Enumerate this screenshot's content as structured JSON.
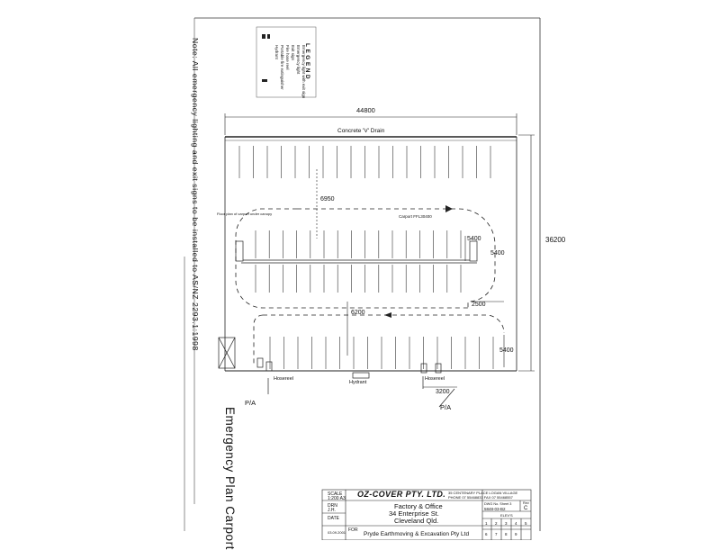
{
  "note": "Note: All emergency lighting and exit signs to be installed to AS/NZ 2293.1:1998",
  "legend": {
    "title": "LEGEND",
    "items": [
      "Emergency light with exit sign",
      "Emergency light",
      "Exit sign",
      "Fire hose reel",
      "Portable fire extinguisher",
      "Hydrant"
    ]
  },
  "plan": {
    "width_dim": "44800",
    "height_dim": "36200",
    "drain_label": "Concrete 'V' Drain",
    "carport_label": "Carport FFL30400",
    "dim_6950": "6950",
    "dim_6200": "6200",
    "dim_5400_a": "5400",
    "dim_5400_b": "5400",
    "dim_5400_c": "5400",
    "dim_2500": "2500",
    "dim_3200": "3200",
    "hosereel_a": "Hosereel",
    "hosereel_b": "Hosereel",
    "hydrant": "Hydrant",
    "pa_a": "P/A",
    "pa_b": "P/A",
    "floor_note": "Floor plan of carport under canopy"
  },
  "drawing_title": "Emergency Plan Carport",
  "title_block": {
    "company": "OZ-COVER PTY. LTD.",
    "address": "35 CENTENARY PLACE LOGAN VILLAGE",
    "phone": "PHONE 07 55468833   FAX 07 55468557",
    "project_line1": "Factory & Office",
    "project_line2": "34 Enterprise St.",
    "project_line3": "Cleveland Qld.",
    "scale_label": "SCALE",
    "scale_value": "1:200 A3",
    "drawn_label": "DRN",
    "drawn_value": "J.H.",
    "date_label": "DATE",
    "date_value": "03.09.2001",
    "for_label": "FOR",
    "client": "Pryde Earthmoving & Excavation Pty Ltd",
    "dwg_label": "DWG No. Sheet 3",
    "dwg_no": "5848-03-B2",
    "rev_label": "Rev",
    "rev_value": "C",
    "elev_label": "ELEV'S",
    "elev_nums": [
      "1",
      "2",
      "3",
      "4",
      "5",
      "6",
      "7",
      "8",
      "9"
    ]
  }
}
